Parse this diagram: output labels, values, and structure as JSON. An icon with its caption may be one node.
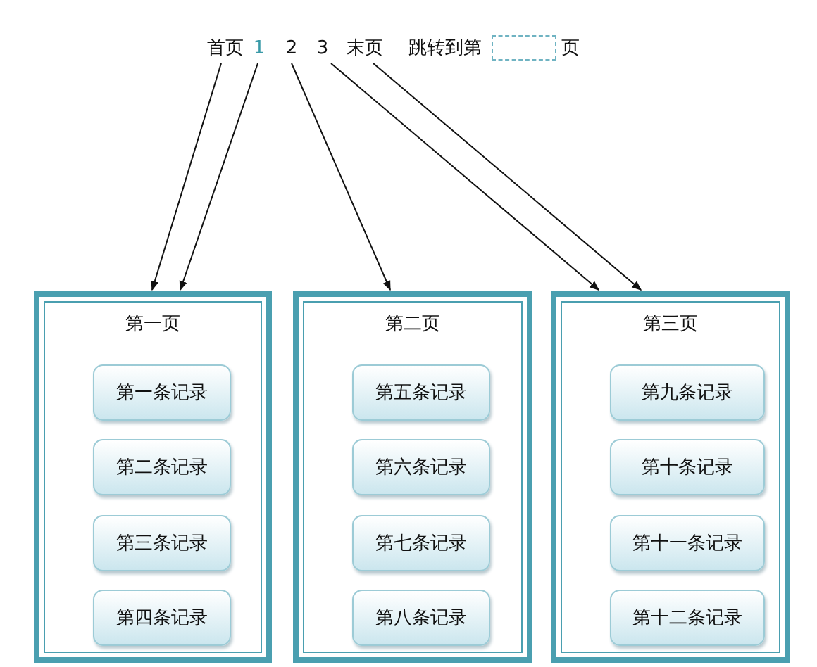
{
  "diagram": {
    "nodes": [
      {
        "text": [
          "首页"
        ]
      },
      {
        "text": [
          "1"
        ]
      },
      {
        "text": [
          "2"
        ]
      },
      {
        "text": [
          "3"
        ]
      },
      {
        "text": [
          "末页"
        ]
      },
      {
        "text": [
          "第一页"
        ]
      },
      {
        "text": [
          "第一条记录"
        ],
        "in": 5
      },
      {
        "text": [
          "第二条记录"
        ],
        "in": 5
      },
      {
        "text": [
          "第三条记录"
        ],
        "in": 5
      },
      {
        "text": [
          "第四条记录"
        ],
        "in": 5
      },
      {
        "text": [
          "第二页"
        ]
      },
      {
        "text": [
          "第五条记录"
        ],
        "in": 10
      },
      {
        "text": [
          "第六条记录"
        ],
        "in": 10
      },
      {
        "text": [
          "第七条记录"
        ],
        "in": 10
      },
      {
        "text": [
          "第八条记录"
        ],
        "in": 10
      },
      {
        "text": [
          "第三页"
        ]
      },
      {
        "text": [
          "第九条记录"
        ],
        "in": 15
      },
      {
        "text": [
          "第十条记录"
        ],
        "in": 15
      },
      {
        "text": [
          "第十一条记录"
        ],
        "in": 15
      },
      {
        "text": [
          "第十二条记录"
        ],
        "in": 15
      }
    ],
    "edges": [
      {
        "from": 0,
        "to": 5,
        "arrow": "to"
      },
      {
        "from": 1,
        "to": 5,
        "arrow": "to"
      },
      {
        "from": 2,
        "to": 10,
        "arrow": "to"
      },
      {
        "from": 3,
        "to": 15,
        "arrow": "to"
      },
      {
        "from": 4,
        "to": 15,
        "arrow": "to"
      }
    ],
    "labels": [
      "跳转到第",
      "页"
    ]
  }
}
